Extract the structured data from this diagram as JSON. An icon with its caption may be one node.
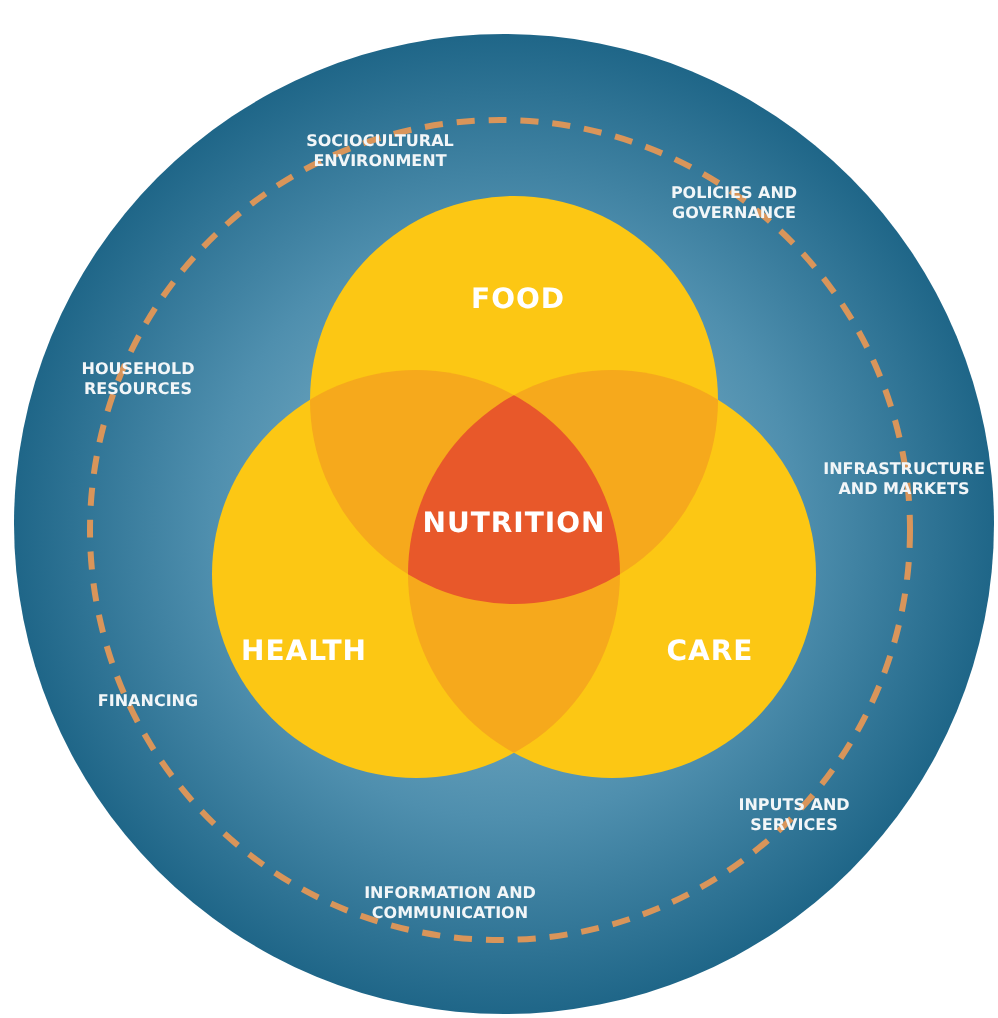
{
  "diagram": {
    "nodes": [
      {
        "text": [
          "FOOD"
        ]
      },
      {
        "text": [
          "HEALTH"
        ]
      },
      {
        "text": [
          "CARE"
        ]
      },
      {
        "text": [
          "NUTRITION"
        ]
      }
    ],
    "labels": [
      "SOCIOCULTURAL ENVIRONMENT",
      "POLICIES AND GOVERNANCE",
      "HOUSEHOLD RESOURCES",
      "INFRASTRUCTURE AND MARKETS",
      "FINANCING",
      "INPUTS AND SERVICES",
      "INFORMATION AND COMMUNICATION"
    ]
  }
}
